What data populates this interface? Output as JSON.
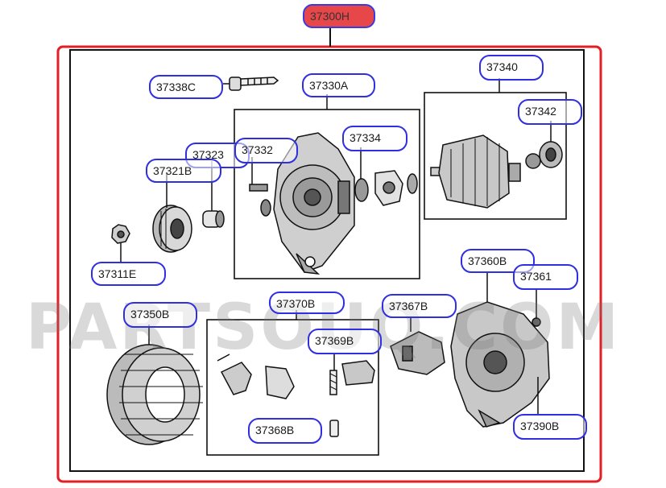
{
  "diagram": {
    "main_part": "37300H",
    "watermark": "PARTSOUQ.COM",
    "callouts": {
      "c37338C": "37338C",
      "c37330A": "37330A",
      "c37340": "37340",
      "c37342": "37342",
      "c37323": "37323",
      "c37332": "37332",
      "c37334": "37334",
      "c37321B": "37321B",
      "c37311E": "37311E",
      "c37360B": "37360B",
      "c37361": "37361",
      "c37370B": "37370B",
      "c37367B": "37367B",
      "c37350B": "37350B",
      "c37369B": "37369B",
      "c37368B": "37368B",
      "c37390B": "37390B"
    },
    "colors": {
      "frame": "#e31e24",
      "callout_border": "#2f2fe0",
      "main_fill": "#e8474a",
      "line": "#111111"
    }
  }
}
